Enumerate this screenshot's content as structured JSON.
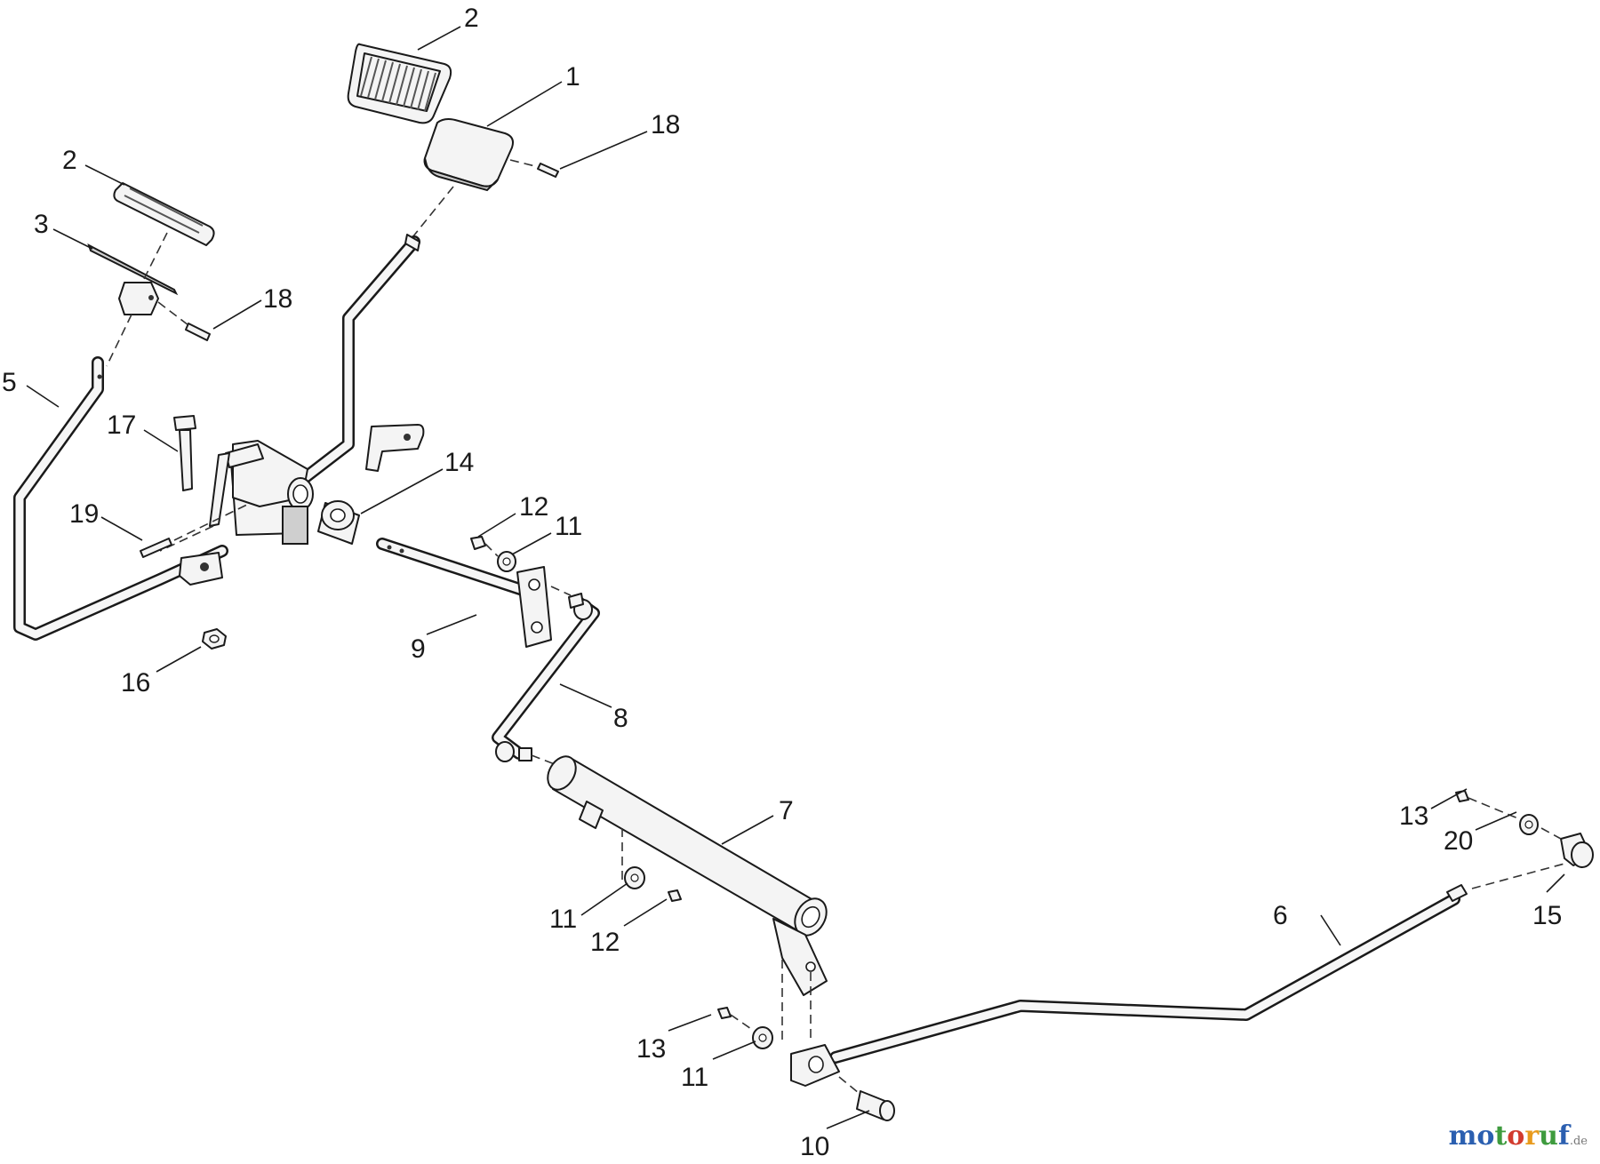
{
  "callouts": {
    "c1": "1",
    "c2a": "2",
    "c2b": "2",
    "c3": "3",
    "c5": "5",
    "c6": "6",
    "c7": "7",
    "c8": "8",
    "c9": "9",
    "c10": "10",
    "c11a": "11",
    "c11b": "11",
    "c11c": "11",
    "c12a": "12",
    "c12b": "12",
    "c13a": "13",
    "c13b": "13",
    "c14": "14",
    "c15": "15",
    "c16": "16",
    "c17": "17",
    "c18a": "18",
    "c18b": "18",
    "c19": "19",
    "c20": "20"
  },
  "watermark": {
    "brand": "motoruf",
    "suffix": ".de"
  },
  "colors": {
    "line": "#1a1a1a",
    "part_fill": "#f4f4f4",
    "brand_blue": "#2b5fb0",
    "brand_green": "#3e9b3e",
    "brand_red": "#d23b2e",
    "brand_orange": "#e89a1c"
  }
}
